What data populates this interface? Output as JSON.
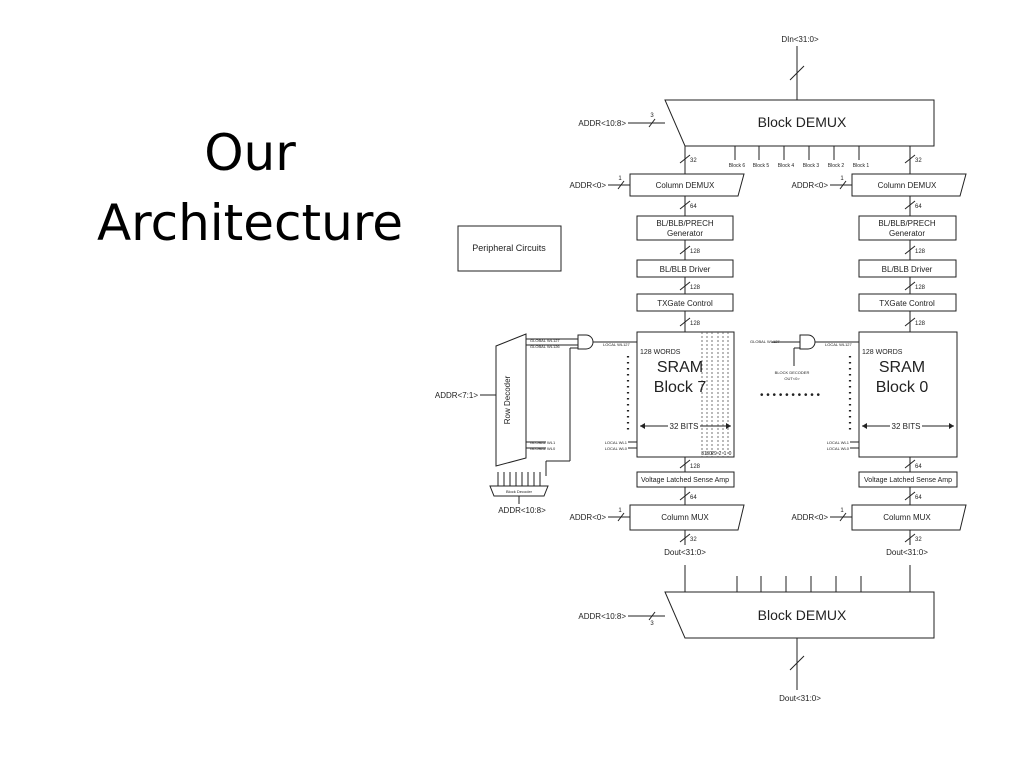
{
  "slide": {
    "title_line1": "Our",
    "title_line2": "Architecture"
  },
  "diagram": {
    "din": "DIn<31:0>",
    "dout_bottom": "Dout<31:0>",
    "dout_left": "Dout<31:0>",
    "dout_right": "Dout<31:0>",
    "addr_10_8": "ADDR<10:8>",
    "addr_0": "ADDR<0>",
    "addr_7_1": "ADDR<7:1>",
    "block_demux": "Block DEMUX",
    "column_demux": "Column DEMUX",
    "column_mux": "Column MUX",
    "bl_gen_line1": "BL/BLB/PRECH",
    "bl_gen_line2": "Generator",
    "bl_driver": "BL/BLB Driver",
    "txgate": "TXGate Control",
    "sense_amp": "Voltage Latched Sense Amp",
    "peripheral": "Peripheral Circuits",
    "row_decoder": "Row Decoder",
    "block_decoder": "Block Decoder",
    "block_decoder_out_line1": "BLOCK DECODER",
    "block_decoder_out_line2": "OUT<0>",
    "sram": "SRAM",
    "block7": "Block 7",
    "block0": "Block 0",
    "words": "128 WORDS",
    "bits": "32 BITS",
    "global_wl127": "GLOBAL WL127",
    "global_wl126": "GLOBAL WL126",
    "global_wl1": "GLOBAL WL1",
    "global_wl0": "GLOBAL WL0",
    "local_wl127": "LOCAL WL127",
    "local_wl1": "LOCAL WL1",
    "local_wl0": "LOCAL WL0",
    "ellipsis": "• • • • • • • • • •",
    "block_taps": [
      "Block 6",
      "Block 5",
      "Block 4",
      "Block 3",
      "Block 2",
      "Block 1"
    ],
    "col_labels": [
      "31",
      "30",
      "29",
      "2",
      "1",
      "0"
    ],
    "bus": {
      "w3": "3",
      "w1": "1",
      "w32": "32",
      "w64": "64",
      "w128": "128"
    }
  }
}
